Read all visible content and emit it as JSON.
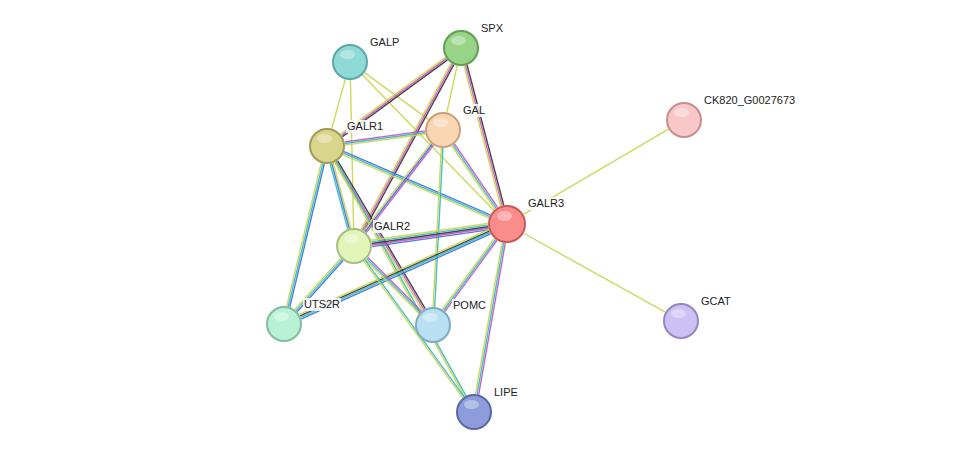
{
  "diagram": {
    "nodes": [
      {
        "text": [
          "GALP"
        ]
      },
      {
        "text": [
          "SPX"
        ]
      },
      {
        "text": [
          "GALR1"
        ]
      },
      {
        "text": [
          "GAL"
        ]
      },
      {
        "text": [
          "CK820_G0027673"
        ]
      },
      {
        "text": [
          "GALR3"
        ]
      },
      {
        "text": [
          "GALR2"
        ]
      },
      {
        "text": [
          "GCAT"
        ]
      },
      {
        "text": [
          "UTS2R"
        ]
      },
      {
        "text": [
          "POMC"
        ]
      },
      {
        "text": [
          "LIPE"
        ]
      }
    ],
    "edges": [
      {
        "from": 0,
        "to": 2,
        "arrow": "none"
      },
      {
        "from": 0,
        "to": 3,
        "arrow": "none"
      },
      {
        "from": 0,
        "to": 6,
        "arrow": "none"
      },
      {
        "from": 0,
        "to": 5,
        "arrow": "none"
      },
      {
        "from": 1,
        "to": 2,
        "arrow": "none"
      },
      {
        "from": 1,
        "to": 3,
        "arrow": "none"
      },
      {
        "from": 1,
        "to": 6,
        "arrow": "none"
      },
      {
        "from": 1,
        "to": 5,
        "arrow": "none"
      },
      {
        "from": 2,
        "to": 3,
        "arrow": "none"
      },
      {
        "from": 2,
        "to": 6,
        "arrow": "none"
      },
      {
        "from": 2,
        "to": 5,
        "arrow": "none"
      },
      {
        "from": 2,
        "to": 8,
        "arrow": "none"
      },
      {
        "from": 2,
        "to": 9,
        "arrow": "none"
      },
      {
        "from": 2,
        "to": 10,
        "arrow": "none"
      },
      {
        "from": 3,
        "to": 6,
        "arrow": "none"
      },
      {
        "from": 3,
        "to": 5,
        "arrow": "none"
      },
      {
        "from": 3,
        "to": 9,
        "arrow": "none"
      },
      {
        "from": 5,
        "to": 4,
        "arrow": "none"
      },
      {
        "from": 5,
        "to": 7,
        "arrow": "none"
      },
      {
        "from": 5,
        "to": 6,
        "arrow": "none"
      },
      {
        "from": 5,
        "to": 8,
        "arrow": "none"
      },
      {
        "from": 5,
        "to": 9,
        "arrow": "none"
      },
      {
        "from": 5,
        "to": 10,
        "arrow": "none"
      },
      {
        "from": 6,
        "to": 8,
        "arrow": "none"
      },
      {
        "from": 6,
        "to": 9,
        "arrow": "none"
      },
      {
        "from": 6,
        "to": 10,
        "arrow": "none"
      }
    ]
  }
}
